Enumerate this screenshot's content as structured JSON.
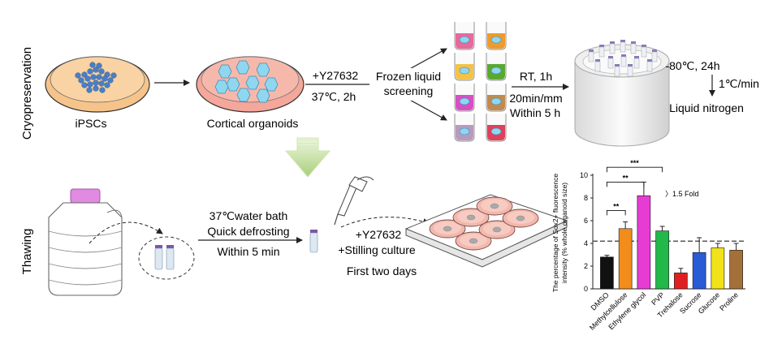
{
  "row_labels": {
    "cryopreservation": "Cryopreservation",
    "thawing": "Thawing"
  },
  "cryo": {
    "ipsc_label": "iPSCs",
    "organoid_label": "Cortical organoids",
    "y27632": "+Y27632",
    "temp_time": "37℃, 2h",
    "screening_line1": "Frozen liquid",
    "screening_line2": "screening",
    "rt": "RT, 1h",
    "rate_line1": "20min/mm",
    "rate_line2": "Within 5 h",
    "minus80": "-80℃, 24h",
    "cool_rate": "1℃/min",
    "liquid_nitrogen": "Liquid nitrogen",
    "tube_colors": [
      "#e86a9a",
      "#f09a2e",
      "#f2c24a",
      "#5aa832",
      "#d84fc4",
      "#c38a4e",
      "#b89abf",
      "#e0405a"
    ]
  },
  "thaw": {
    "water_bath": "37℃water bath",
    "defrost": "Quick defrosting",
    "within": "Within 5 min",
    "y27632": "+Y27632",
    "stilling": "+Stilling culture",
    "first_days": "First two days"
  },
  "chart_data": {
    "type": "bar",
    "ylabel_line1": "The percentage of Sox2+ fluorescence",
    "ylabel_line2": "intensity (% whole organoid size)",
    "categories": [
      "DMSO",
      "Methylcellulose",
      "Ethylene glycol",
      "PVP",
      "Trehalose",
      "Sucrose",
      "Glucose",
      "Proline"
    ],
    "values": [
      2.8,
      5.3,
      8.2,
      5.1,
      1.4,
      3.2,
      3.6,
      3.4
    ],
    "errors": [
      0.15,
      0.6,
      1.2,
      0.4,
      0.4,
      1.3,
      0.4,
      0.6
    ],
    "colors": [
      "#111111",
      "#f28c1a",
      "#e63cd4",
      "#22b84a",
      "#e02020",
      "#2a5bd6",
      "#f2e21a",
      "#a3703a"
    ],
    "ylim": [
      0,
      10
    ],
    "yticks": [
      "0",
      "2",
      "4",
      "6",
      "8",
      "10"
    ],
    "reference_line": 4.2,
    "reference_label": "〉1.5 Fold",
    "significance": [
      {
        "from": 0,
        "to": 1,
        "label": "**"
      },
      {
        "from": 0,
        "to": 2,
        "label": "**"
      },
      {
        "from": 0,
        "to": 3,
        "label": "***"
      }
    ]
  }
}
